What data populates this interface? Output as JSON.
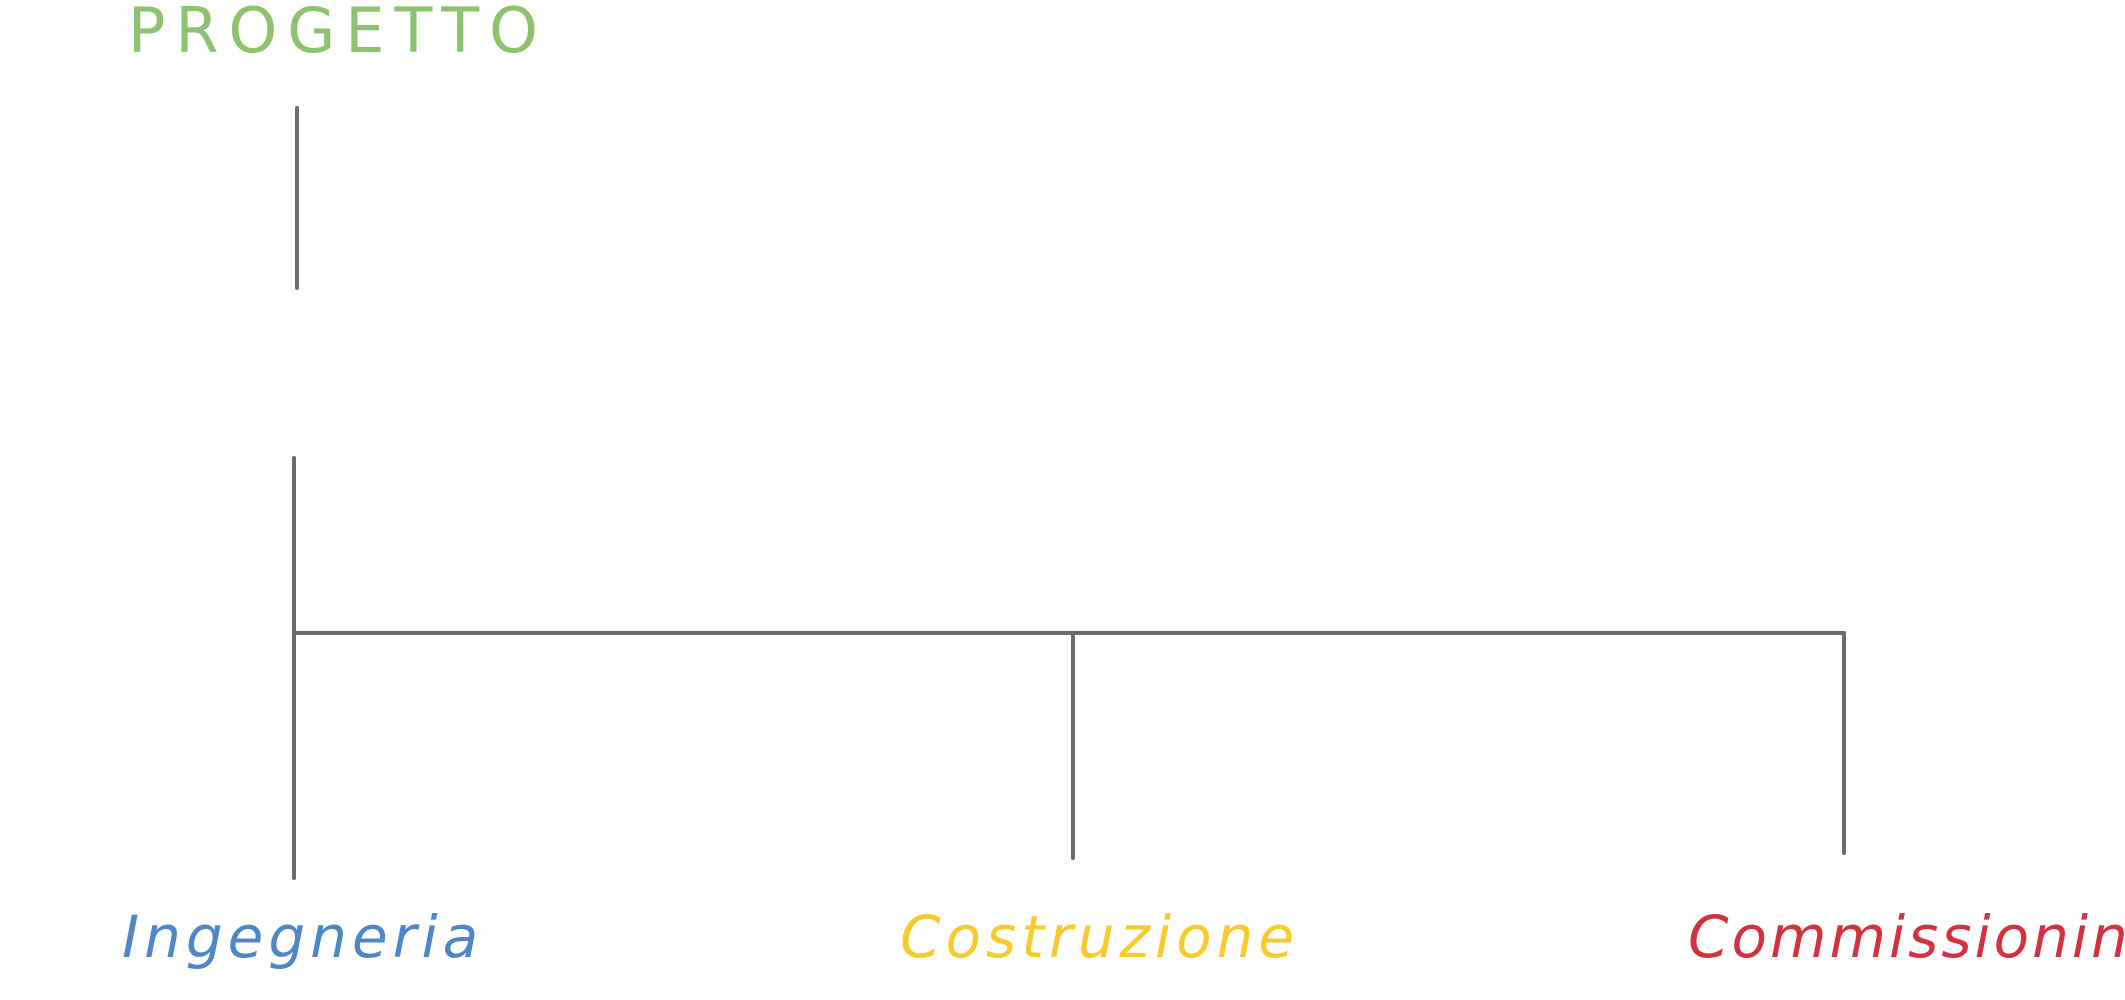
{
  "diagram": {
    "root": {
      "label": "PROGETTO",
      "color": "#8dc26f"
    },
    "connector_color": "#6b6b6b",
    "children": [
      {
        "label": "Ingegneria",
        "color": "#4f86c6"
      },
      {
        "label": "Costruzione",
        "color": "#f7cb2b"
      },
      {
        "label": "Commissioning",
        "color": "#d2323f"
      }
    ]
  }
}
